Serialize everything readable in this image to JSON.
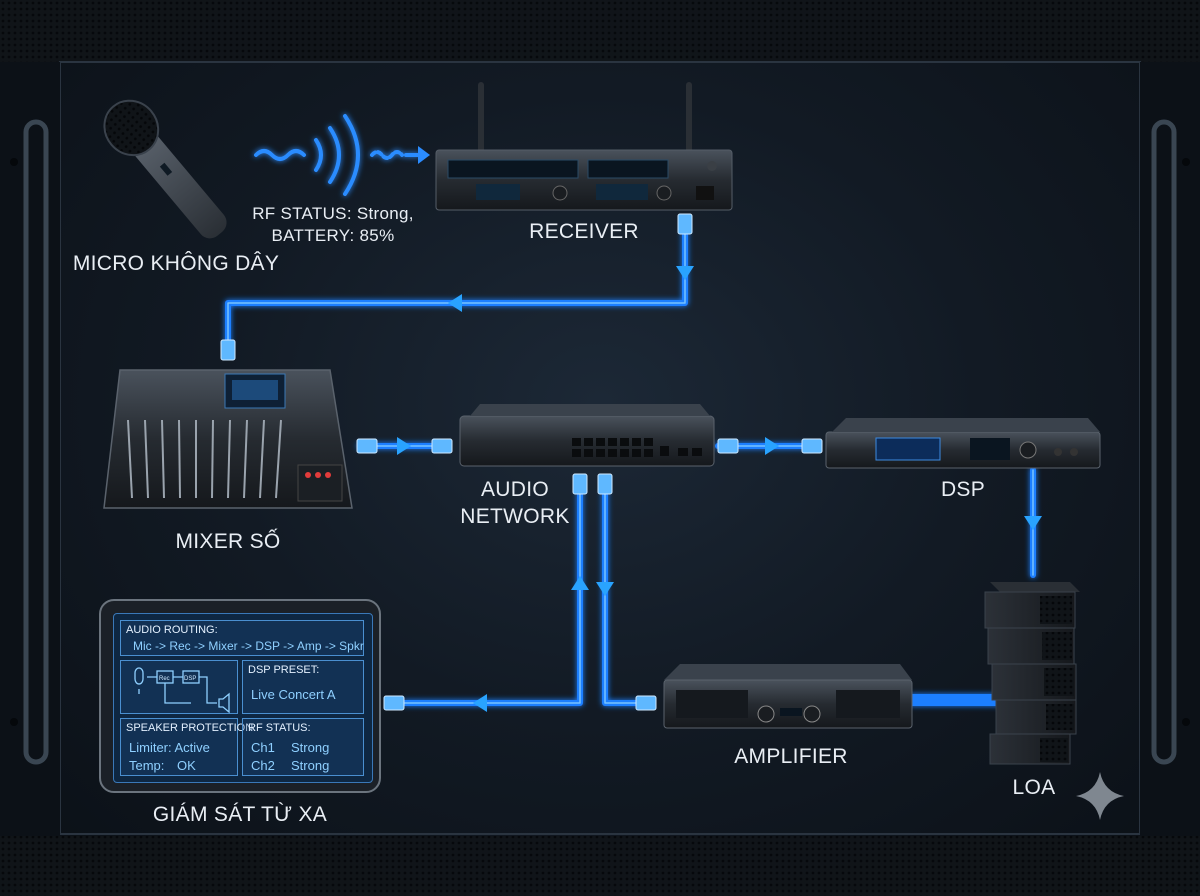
{
  "labels": {
    "micro": "MICRO KHÔNG DÂY",
    "rf_status_line1": "RF STATUS: Strong,",
    "rf_status_line2": "BATTERY: 85%",
    "receiver": "RECEIVER",
    "mixer": "MIXER SỐ",
    "audio_network_line1": "AUDIO",
    "audio_network_line2": "NETWORK",
    "dsp": "DSP",
    "amplifier": "AMPLIFIER",
    "loa": "LOA",
    "remote_monitor": "GIÁM SÁT TỪ XA"
  },
  "tablet": {
    "audio_routing": {
      "title": "AUDIO ROUTING:",
      "path": "Mic -> Rec -> Mixer -> DSP -> Amp -> Spkr"
    },
    "dsp_preset": {
      "title": "DSP PRESET:",
      "value": "Live Concert A"
    },
    "speaker_protection": {
      "title": "SPEAKER PROTECTION:",
      "limiter": "Limiter: Active",
      "temp": "Temp:",
      "temp_value": "OK"
    },
    "rf_status": {
      "title": "RF STATUS:",
      "ch1": "Ch1",
      "ch1_value": "Strong",
      "ch2": "Ch2",
      "ch2_value": "Strong"
    },
    "flow_icons": {
      "rec": "Rec",
      "dsp": "DSP"
    }
  },
  "colors": {
    "cable": "#1e7fff",
    "cable_glow": "#4fb0ff",
    "label": "#e9eef4",
    "screen": "#0e2742"
  },
  "icons": [
    "microphone-icon",
    "wireless-signal-icon",
    "antenna-icon",
    "ethernet-plug-icon",
    "flow-arrow-icon",
    "speaker-icon",
    "sparkle-icon"
  ]
}
